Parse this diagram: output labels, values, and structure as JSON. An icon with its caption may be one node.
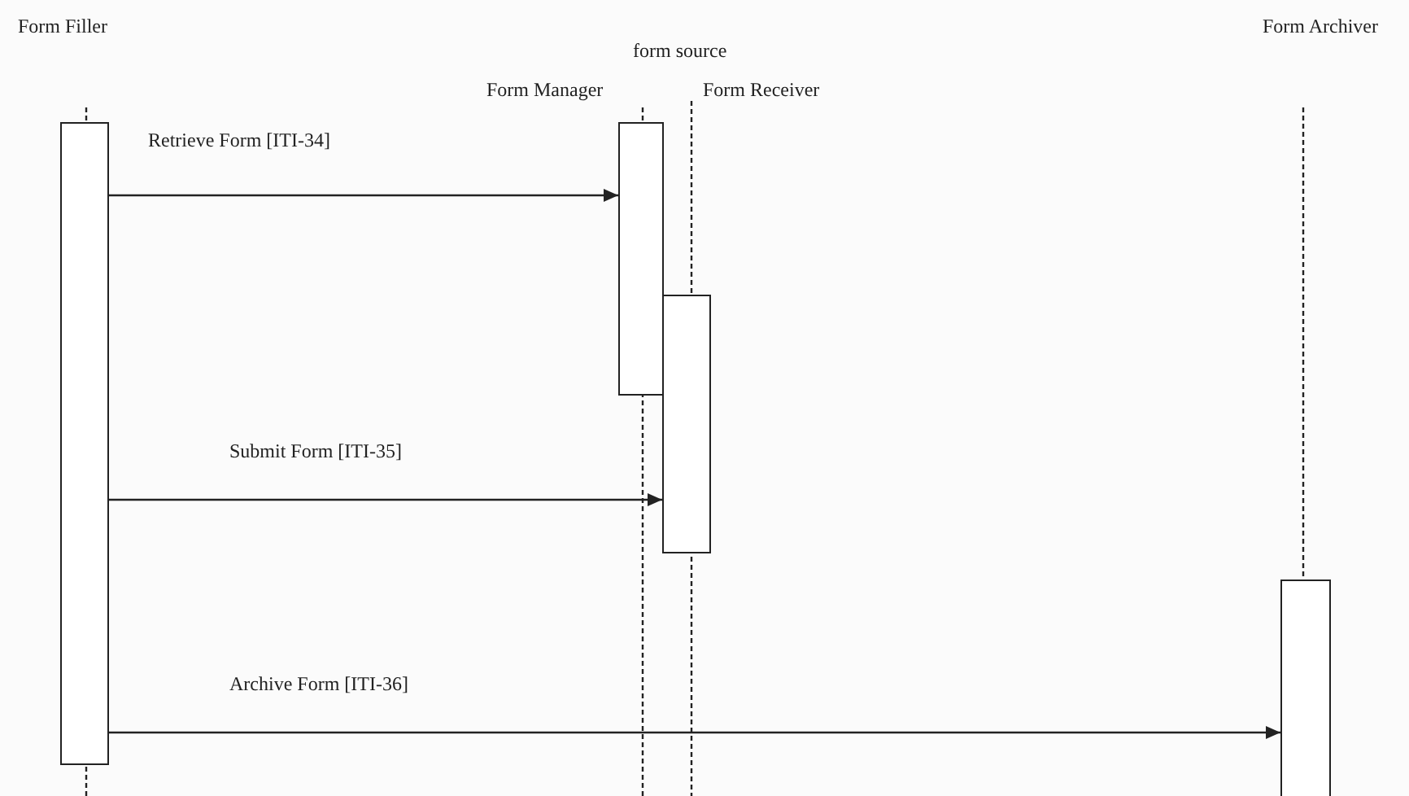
{
  "diagram": {
    "nodes": [
      {
        "text": [],
        "shape": "bar"
      },
      {
        "text": [],
        "shape": "bar"
      },
      {
        "text": [],
        "shape": "bar"
      },
      {
        "text": [],
        "shape": "bar"
      }
    ],
    "edges": [
      {
        "from": 0,
        "to": 1,
        "arrow": "to",
        "label": "Retrieve Form [ITI-34]"
      },
      {
        "from": 0,
        "to": 2,
        "arrow": "to",
        "label": "Submit Form [ITI-35]"
      },
      {
        "from": 0,
        "to": 3,
        "arrow": "to",
        "label": "Archive Form [ITI-36]"
      }
    ],
    "labels": [
      "Form Filler",
      "form source",
      "Form Manager",
      "Form Receiver",
      "Form Archiver"
    ]
  }
}
